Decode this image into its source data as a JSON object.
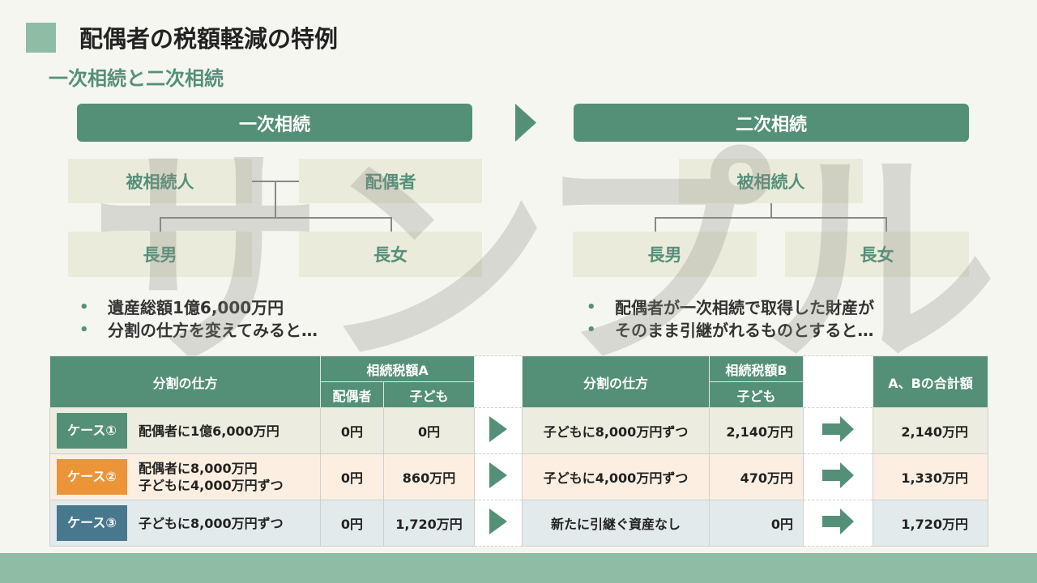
{
  "header": {
    "title": "配偶者の税額軽減の特例",
    "subtitle": "一次相続と二次相続"
  },
  "watermark": "サンプル",
  "first": {
    "bar": "一次相続",
    "decedent": "被相続人",
    "spouse": "配偶者",
    "son": "長男",
    "daughter": "長女",
    "bullets": [
      "遺産総額1億6,000万円",
      "分割の仕方を変えてみると…"
    ]
  },
  "second": {
    "bar": "二次相続",
    "decedent": "被相続人",
    "son": "長男",
    "daughter": "長女",
    "bullets": [
      "配偶者が一次相続で取得した財産が",
      "そのまま引継がれるものとすると…"
    ]
  },
  "table": {
    "h_split1": "分割の仕方",
    "h_taxA": "相続税額A",
    "h_spouse": "配偶者",
    "h_childA": "子ども",
    "h_split2": "分割の仕方",
    "h_taxB": "相続税額B",
    "h_childB": "子ども",
    "h_total": "A、Bの合計額",
    "rows": [
      {
        "case": "ケース①",
        "split1": "配偶者に1億6,000万円",
        "split1b": "",
        "spouse": "0円",
        "childA": "0円",
        "split2": "子どもに8,000万円ずつ",
        "childB": "2,140万円",
        "total": "2,140万円"
      },
      {
        "case": "ケース②",
        "split1": "配偶者に8,000万円",
        "split1b": "子どもに4,000万円ずつ",
        "spouse": "0円",
        "childA": "860万円",
        "split2": "子どもに4,000万円ずつ",
        "childB": "470万円",
        "total": "1,330万円"
      },
      {
        "case": "ケース③",
        "split1": "子どもに8,000万円ずつ",
        "split1b": "",
        "spouse": "0円",
        "childA": "1,720万円",
        "split2": "新たに引継ぐ資産なし",
        "childB": "0円",
        "total": "1,720万円"
      }
    ]
  },
  "colors": {
    "accent": "#549077",
    "case1": "#549077",
    "case2": "#ec9438",
    "case3": "#48788d"
  }
}
